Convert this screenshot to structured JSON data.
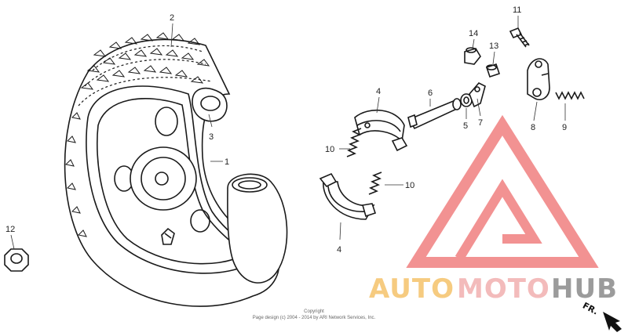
{
  "part_labels": {
    "p1": "1",
    "p2": "2",
    "p3": "3",
    "p4a": "4",
    "p4b": "4",
    "p5": "5",
    "p6": "6",
    "p7": "7",
    "p8": "8",
    "p9": "9",
    "p10a": "10",
    "p10b": "10",
    "p11": "11",
    "p12": "12",
    "p13": "13",
    "p14": "14"
  },
  "copyright": {
    "line1": "Copyright",
    "line2": "Page design (c) 2004 - 2014 by ARI Network Services, Inc."
  },
  "watermark": {
    "auto": "AUTO",
    "moto": "MOTO",
    "hub": "HUB",
    "auto_color": "#f5c36b",
    "moto_color": "#f2b0b0",
    "hub_color": "#8a8a8a",
    "logo_color": "#f08080"
  },
  "direction_label": "FR."
}
